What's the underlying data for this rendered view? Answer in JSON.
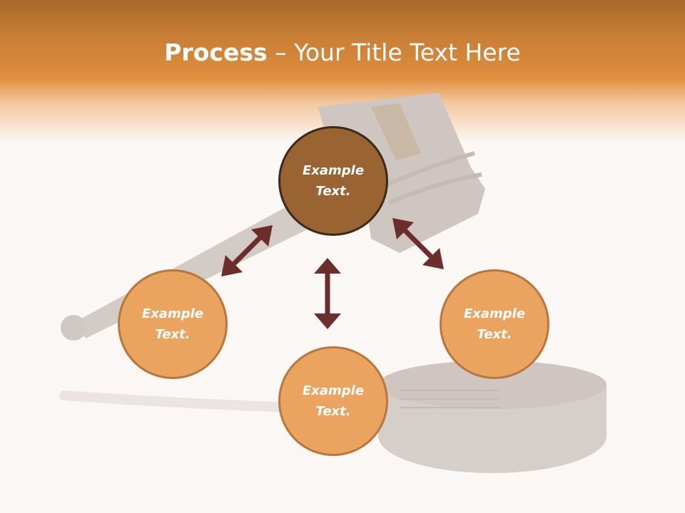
{
  "title": {
    "bold": "Process",
    "rest": " – Your Title Text Here"
  },
  "nodes": {
    "center": {
      "line1": "Example",
      "line2": "Text."
    },
    "left": {
      "line1": "Example",
      "line2": "Text."
    },
    "bottom": {
      "line1": "Example",
      "line2": "Text."
    },
    "right": {
      "line1": "Example",
      "line2": "Text."
    }
  },
  "colors": {
    "header_orange": "#e08e3e",
    "center_node": "#9a6432",
    "outer_node": "#eba45f",
    "arrow": "#6b2e2b",
    "gavel_silhouette": "#d3cbc6"
  },
  "background_art": "gavel-silhouette"
}
